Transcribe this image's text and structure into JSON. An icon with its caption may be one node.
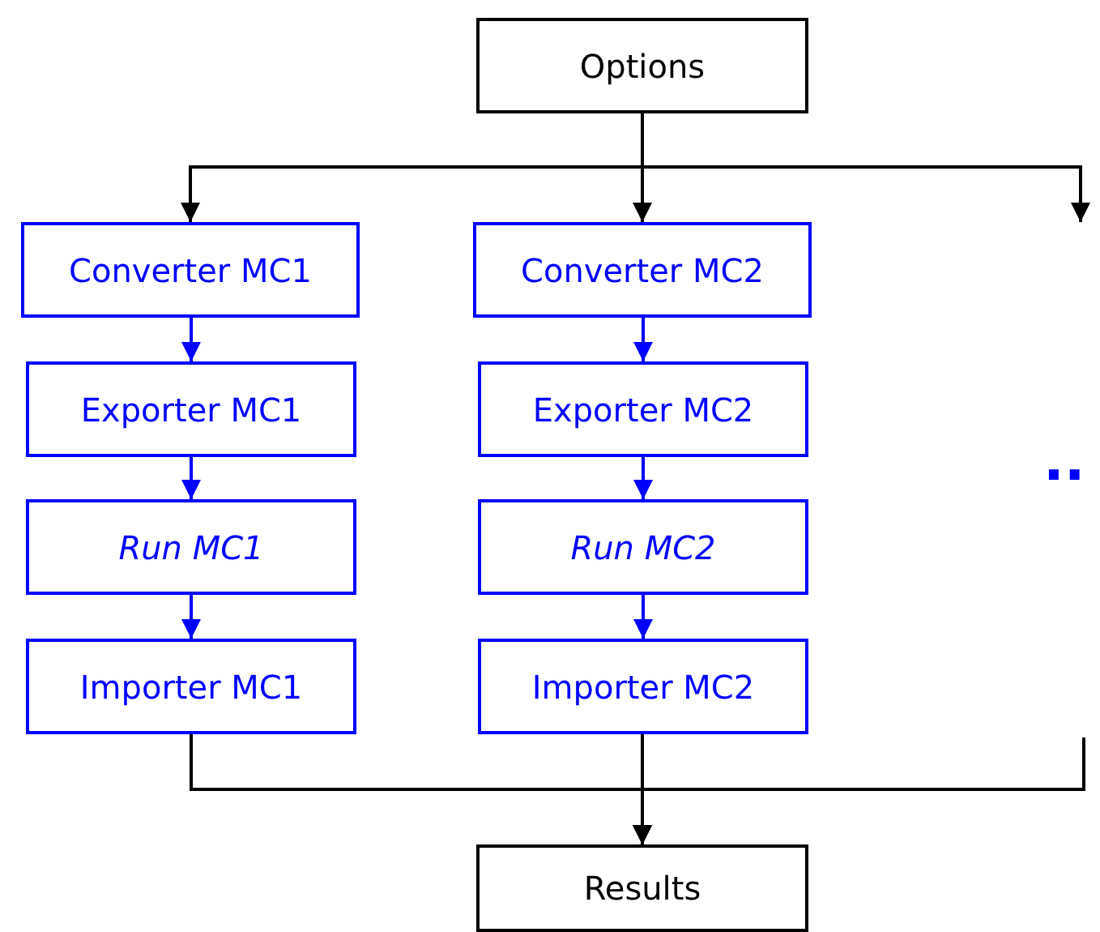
{
  "diagram": {
    "nodes": [
      {
        "text": [
          "Options"
        ]
      },
      {
        "text": [
          "Converter MC1"
        ]
      },
      {
        "text": [
          "Exporter MC1"
        ]
      },
      {
        "text": [
          "Run MC1"
        ]
      },
      {
        "text": [
          "Importer MC1"
        ]
      },
      {
        "text": [
          "Converter MC2"
        ]
      },
      {
        "text": [
          "Exporter MC2"
        ]
      },
      {
        "text": [
          "Run MC2"
        ]
      },
      {
        "text": [
          "Importer MC2"
        ]
      },
      {
        "text": [
          "Results"
        ]
      }
    ],
    "edges": [
      {
        "from": 0,
        "to": 1,
        "arrow": "to"
      },
      {
        "from": 0,
        "to": 5,
        "arrow": "to"
      },
      {
        "from": 0,
        "to": null,
        "arrow": "to"
      },
      {
        "from": 1,
        "to": 2,
        "arrow": "to",
        "color": "#0000ff"
      },
      {
        "from": 2,
        "to": 3,
        "arrow": "to",
        "color": "#0000ff"
      },
      {
        "from": 3,
        "to": 4,
        "arrow": "to",
        "color": "#0000ff"
      },
      {
        "from": 5,
        "to": 6,
        "arrow": "to",
        "color": "#0000ff"
      },
      {
        "from": 6,
        "to": 7,
        "arrow": "to",
        "color": "#0000ff"
      },
      {
        "from": 7,
        "to": 8,
        "arrow": "to",
        "color": "#0000ff"
      },
      {
        "from": 4,
        "to": 9,
        "arrow": "to"
      },
      {
        "from": 8,
        "to": 9,
        "arrow": "to"
      },
      {
        "from": null,
        "to": 9,
        "arrow": "to"
      }
    ],
    "labels": [
      ".."
    ]
  }
}
